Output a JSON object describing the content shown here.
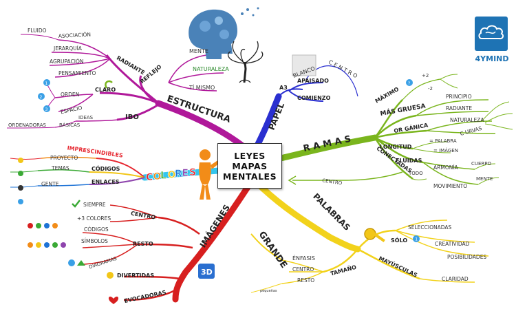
{
  "center": {
    "line1": "LEYES",
    "line2": "MAPAS",
    "line3": "MENTALES"
  },
  "logo": {
    "label": "4YMIND",
    "color": "#1e73b4"
  },
  "colors": {
    "estructura": "#b0189a",
    "papel": "#2a2fd0",
    "ramas": "#7ab51d",
    "palabras": "#f2d21b",
    "imagenes": "#d71f1f",
    "colores": "#34c6ee"
  },
  "estructura": {
    "title": "ESTRUCTURA",
    "reflejo": {
      "label": "REFLEJO",
      "items": [
        "MENTE",
        "NATURALEZA",
        "TÍ MISMO"
      ]
    },
    "radiante": {
      "label": "RADIANTE",
      "items": [
        "ASOCIACIÓN",
        "FLUIDO",
        "JERARQUÍA",
        "AGRUPACIÓN",
        "PENSAMIENTO"
      ]
    },
    "claro": {
      "label": "CLARO",
      "items": [
        "ORDEN",
        "ESPACIO"
      ],
      "numbers": [
        "1",
        "2",
        "3"
      ]
    },
    "ibo": {
      "label": "IBO",
      "items": [
        "IDEAS",
        "BÁSICAS",
        "ORDENADORAS"
      ]
    }
  },
  "papel": {
    "title": "PAPEL",
    "a3": "A3",
    "blanco": "BLANCO",
    "centro": "C E N T R O",
    "apaisado": "APAISADO",
    "comienzo": "COMIENZO"
  },
  "ramas": {
    "title": "R A M A S",
    "maximo": {
      "label": "MÁXIMO",
      "values": [
        "+2",
        "-2"
      ],
      "badge": "?"
    },
    "mas_gruesa": {
      "label": "MÁS GRUESA",
      "items": [
        "PRINCIPIO",
        "RADIANTE"
      ]
    },
    "organica": {
      "label": "OR GÁNICA",
      "items": [
        "NATURALEZA",
        "C URVAS"
      ]
    },
    "longitud": {
      "label": "LONGITUD",
      "items": [
        "= PALABRA",
        "= IMÁGEN"
      ]
    },
    "fluidas": {
      "label": "FLUIDAS",
      "items": [
        "ARMONÍA",
        "CUERPO",
        "MOVIMIENTO",
        "MENTE"
      ]
    },
    "conectadas": {
      "label": "CONECTADAS",
      "items": [
        "TODO",
        "CENTRO"
      ]
    }
  },
  "palabras": {
    "title": "PALABRAS",
    "solo": {
      "label": "SÓLO",
      "badge": "1",
      "items": [
        "SELECCIONADAS",
        "CREATIVIDAD",
        "POSIBILIDADES"
      ]
    },
    "mayusculas": {
      "label": "MAYÚSCULAS",
      "items": [
        "CLARIDAD"
      ]
    },
    "tamano": {
      "label": "TAMAÑO",
      "items": [
        "GRANDE",
        "ÉNFASIS",
        "CENTRO",
        "RESTO",
        "pequeñas"
      ]
    }
  },
  "imagenes": {
    "title": "IMÁGENES",
    "centro": {
      "label": "CENTRO",
      "items": [
        "SIEMPRE",
        "+3 COLORES"
      ]
    },
    "resto": {
      "label": "RESTO",
      "items": [
        "CÓDIGOS",
        "SÍMBOLOS",
        "DIAGRAMAS"
      ]
    },
    "divertidas": "DIVERTIDAS",
    "evocadoras": "EVOCADORAS",
    "three_d": "3D"
  },
  "colores": {
    "title": [
      "C",
      "O",
      "L",
      "O",
      "R",
      "E",
      "S"
    ],
    "title_colors": [
      "#e6262f",
      "#f28c18",
      "#3aa935",
      "#f2c618",
      "#1e73d6",
      "#8e44ad",
      "#e6262f"
    ],
    "imprescindibles": "IMPRESCINDIBLES",
    "codigos": {
      "label": "CÓDIGOS",
      "items": [
        "PROYECTO",
        "TEMAS"
      ]
    },
    "enlaces": {
      "label": "ENLACES",
      "items": [
        "GENTE"
      ]
    }
  }
}
